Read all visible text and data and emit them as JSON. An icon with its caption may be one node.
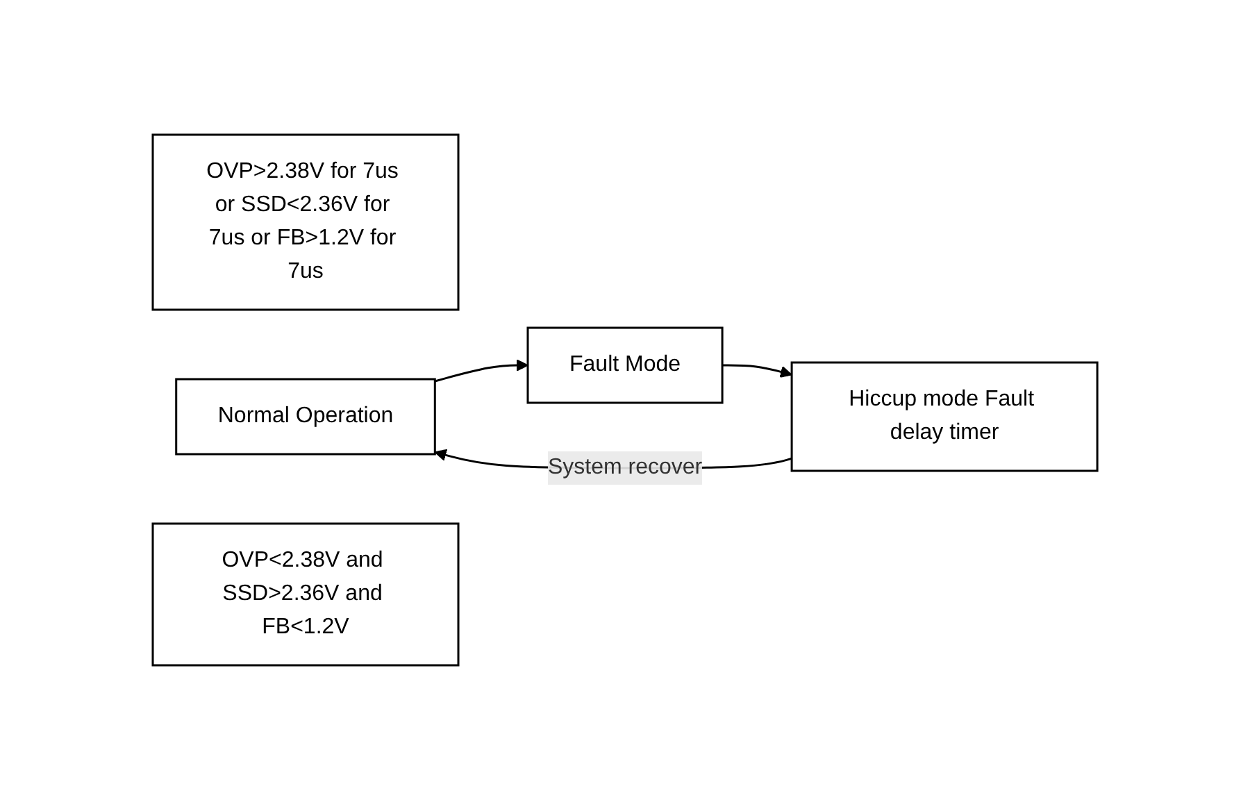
{
  "diagram": {
    "nodes": [
      {
        "text": [
          "OVP>2.38V for 7us or SSD<2.36V for 7us or FB>1.2V for 7us"
        ]
      },
      {
        "text": [
          "Normal Operation"
        ]
      },
      {
        "text": [
          "Fault Mode"
        ]
      },
      {
        "text": [
          "OVP<2.38V and SSD>2.36V and FB<1.2V"
        ]
      },
      {
        "text": [
          "Hiccup mode Fault delay timer"
        ]
      }
    ],
    "edges": [
      {
        "from": 1,
        "to": 2,
        "arrow": "to"
      },
      {
        "from": 2,
        "to": 4,
        "arrow": "to"
      },
      {
        "from": 4,
        "to": 1,
        "arrow": "to",
        "label": "System recover"
      }
    ]
  }
}
